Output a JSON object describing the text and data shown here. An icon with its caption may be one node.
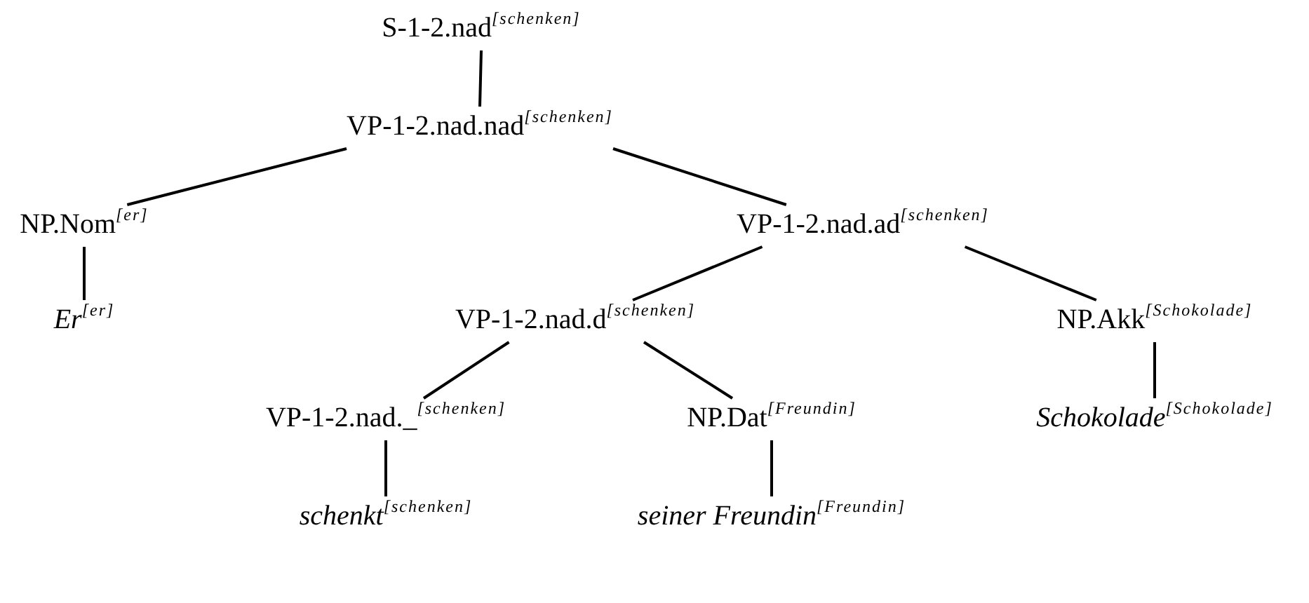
{
  "diagram": {
    "nodes": [
      {
        "text": [
          "S-1-2.nad$^{[schenken]}$"
        ]
      },
      {
        "text": [
          "VP-1-2.nad.nad$^{[schenken]}$"
        ]
      },
      {
        "text": [
          "NP.Nom$^{[er]}$"
        ]
      },
      {
        "text": [
          "VP-1-2.nad.ad$^{[schenken]}$"
        ]
      },
      {
        "text": [
          "*Er*$^{[er]}$"
        ]
      },
      {
        "text": [
          "VP-1-2.nad.d$^{[schenken]}$"
        ]
      },
      {
        "text": [
          "NP.Akk$^{[Schokolade]}$"
        ]
      },
      {
        "text": [
          "VP-1-2.nad._$^{[schenken]}$"
        ]
      },
      {
        "text": [
          "NP.Dat$^{[Freundin]}$"
        ]
      },
      {
        "text": [
          "*Schokolade*$^{[Schokolade]}$"
        ]
      },
      {
        "text": [
          "*schenkt*$^{[schenken]}$"
        ]
      },
      {
        "text": [
          "*seiner Freundin*$^{[Freundin]}$"
        ]
      }
    ],
    "edges": [
      {
        "from": 0,
        "to": 1,
        "arrow": "none"
      },
      {
        "from": 1,
        "to": 2,
        "arrow": "none"
      },
      {
        "from": 1,
        "to": 3,
        "arrow": "none"
      },
      {
        "from": 2,
        "to": 4,
        "arrow": "none"
      },
      {
        "from": 3,
        "to": 5,
        "arrow": "none"
      },
      {
        "from": 3,
        "to": 6,
        "arrow": "none"
      },
      {
        "from": 5,
        "to": 7,
        "arrow": "none"
      },
      {
        "from": 5,
        "to": 8,
        "arrow": "none"
      },
      {
        "from": 6,
        "to": 9,
        "arrow": "none"
      },
      {
        "from": 7,
        "to": 10,
        "arrow": "none"
      },
      {
        "from": 8,
        "to": 11,
        "arrow": "none"
      }
    ]
  }
}
